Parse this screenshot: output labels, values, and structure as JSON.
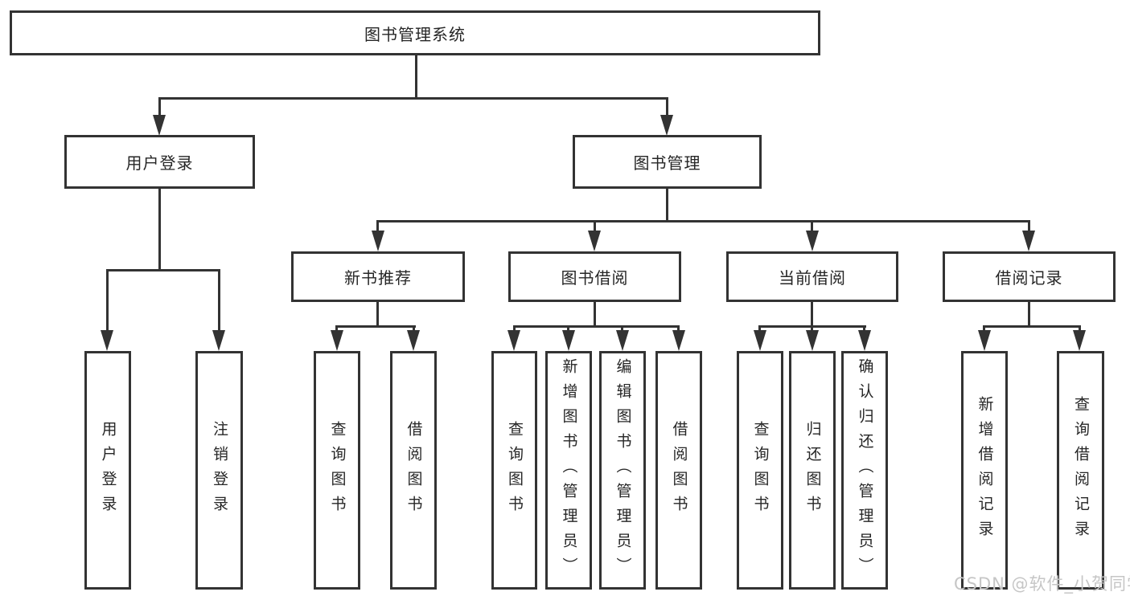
{
  "tree": {
    "root": "图书管理系统",
    "children": [
      {
        "label": "用户登录",
        "children": [
          "用户登录",
          "注销登录"
        ]
      },
      {
        "label": "图书管理",
        "children": [
          {
            "label": "新书推荐",
            "children": [
              "查询图书",
              "借阅图书"
            ]
          },
          {
            "label": "图书借阅",
            "children": [
              "查询图书",
              "新增图书（管理员）",
              "编辑图书（管理员）",
              "借阅图书"
            ]
          },
          {
            "label": "当前借阅",
            "children": [
              "查询图书",
              "归还图书",
              "确认归还（管理员）"
            ]
          },
          {
            "label": "借阅记录",
            "children": [
              "新增借阅记录",
              "查询借阅记录"
            ]
          }
        ]
      }
    ]
  },
  "watermark": "CSDN @软件_小贺同学",
  "colors": {
    "line": "#333333",
    "text": "#262626",
    "watermark": "#c6c6c6",
    "background": "#ffffff"
  }
}
